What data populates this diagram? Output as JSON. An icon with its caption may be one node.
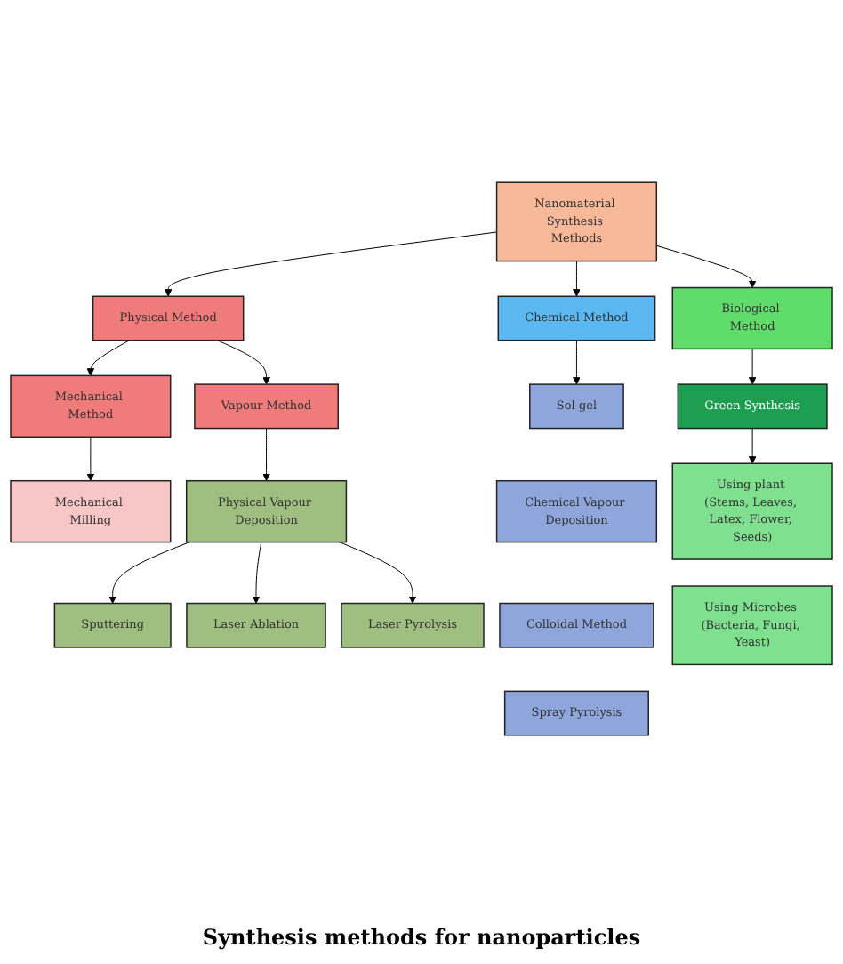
{
  "diagram": {
    "caption": "Synthesis methods for nanoparticles",
    "nodes": [
      {
        "text": [
          "Nanomaterial Synthesis Methods"
        ]
      },
      {
        "text": [
          "Physical Method"
        ]
      },
      {
        "text": [
          "Chemical Method"
        ]
      },
      {
        "text": [
          "Biological Method"
        ]
      },
      {
        "text": [
          "Mechanical Method"
        ]
      },
      {
        "text": [
          "Vapour Method"
        ]
      },
      {
        "text": [
          "Sol-gel"
        ]
      },
      {
        "text": [
          "Chemical Vapour Deposition"
        ]
      },
      {
        "text": [
          "Colloidal Method"
        ]
      },
      {
        "text": [
          "Spray Pyrolysis"
        ]
      },
      {
        "text": [
          "Green Synthesis"
        ]
      },
      {
        "text": [
          "Mechanical Milling"
        ]
      },
      {
        "text": [
          "Physical Vapour Deposition"
        ]
      },
      {
        "text": [
          "Using plant (Stems, Leaves, Latex, Flower, Seeds)"
        ]
      },
      {
        "text": [
          "Using Microbes (Bacteria, Fungi, Yeast)"
        ]
      },
      {
        "text": [
          "Sputtering"
        ]
      },
      {
        "text": [
          "Laser Ablation"
        ]
      },
      {
        "text": [
          "Laser Pyrolysis"
        ]
      }
    ],
    "edges": [
      {
        "from": 0,
        "to": 1,
        "arrow": "to"
      },
      {
        "from": 0,
        "to": 2,
        "arrow": "to"
      },
      {
        "from": 0,
        "to": 3,
        "arrow": "to"
      },
      {
        "from": 1,
        "to": 4,
        "arrow": "to"
      },
      {
        "from": 1,
        "to": 5,
        "arrow": "to"
      },
      {
        "from": 2,
        "to": 6,
        "arrow": "to"
      },
      {
        "from": 3,
        "to": 10,
        "arrow": "to"
      },
      {
        "from": 4,
        "to": 11,
        "arrow": "to"
      },
      {
        "from": 5,
        "to": 12,
        "arrow": "to"
      },
      {
        "from": 10,
        "to": 13,
        "arrow": "to"
      },
      {
        "from": 12,
        "to": 15,
        "arrow": "to"
      },
      {
        "from": 12,
        "to": 16,
        "arrow": "to"
      },
      {
        "from": 12,
        "to": 17,
        "arrow": "to"
      }
    ]
  }
}
